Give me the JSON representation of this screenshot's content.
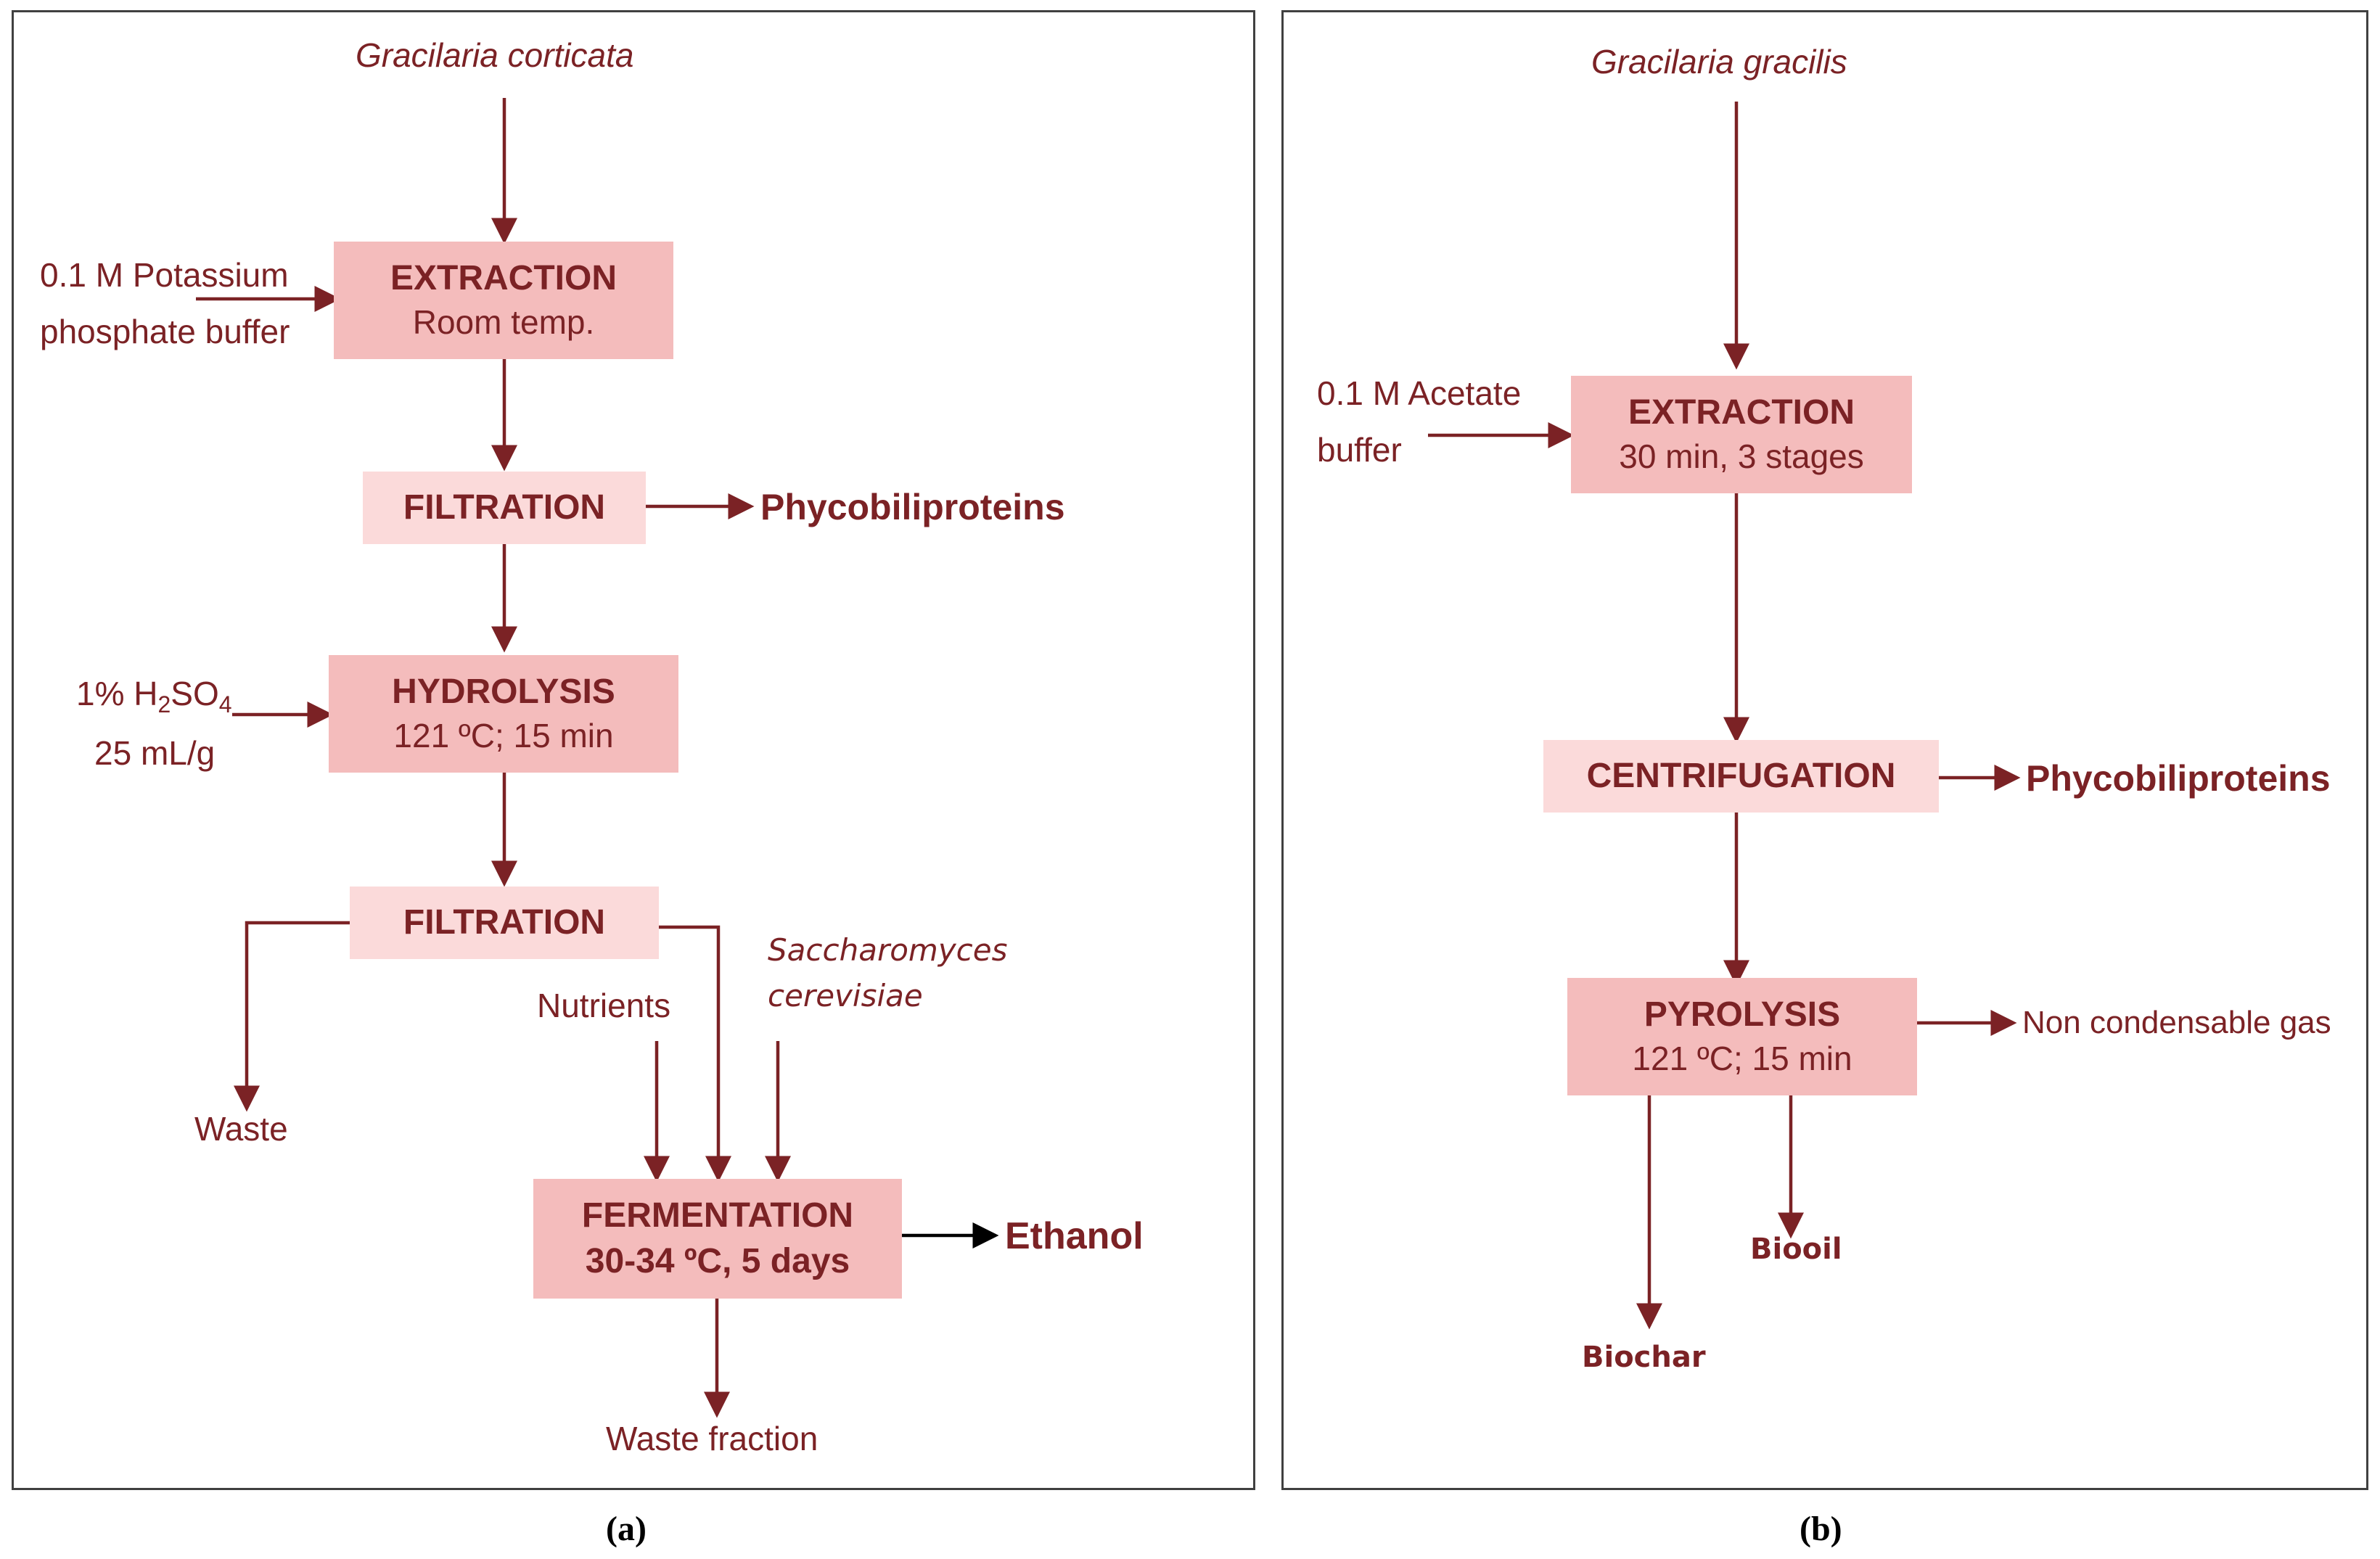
{
  "panel_a": {
    "caption": "(a)",
    "source": "Gracilaria corticata",
    "extraction": {
      "title": "EXTRACTION",
      "sub": "Room temp."
    },
    "extraction_input": {
      "line1": "0.1 M Potassium",
      "line2": "phosphate buffer"
    },
    "filtration1": {
      "title": "FILTRATION"
    },
    "filtration1_output": "Phycobiliproteins",
    "hydrolysis": {
      "title": "HYDROLYSIS",
      "sub": "121 ºC; 15  min"
    },
    "hydrolysis_input": {
      "prefix": "1% H",
      "sub1": "2",
      "mid": "SO",
      "sub2": "4",
      "line2": "25 mL/g"
    },
    "filtration2": {
      "title": "FILTRATION"
    },
    "waste": "Waste",
    "nutrients": "Nutrients",
    "yeast": {
      "line1": "Saccharomyces",
      "line2": "cerevisiae"
    },
    "fermentation": {
      "title": "FERMENTATION",
      "sub": "30-34 ºC, 5 days"
    },
    "fermentation_output": "Ethanol",
    "waste_fraction": "Waste fraction"
  },
  "panel_b": {
    "caption": "(b)",
    "source": "Gracilaria gracilis",
    "extraction": {
      "title": "EXTRACTION",
      "sub": "30 min, 3 stages"
    },
    "extraction_input": {
      "line1": "0.1 M Acetate",
      "line2": "buffer"
    },
    "centrifugation": {
      "title": "CENTRIFUGATION"
    },
    "centrifugation_output": "Phycobiliproteins",
    "pyrolysis": {
      "title": "PYROLYSIS",
      "sub": "121 ºC; 15  min"
    },
    "pyrolysis_output": "Non condensable gas",
    "biooil": "Biooil",
    "biochar": "Biochar"
  },
  "colors": {
    "dark_red": "#7b2225",
    "box_dark": "#f4bcbc",
    "box_light": "#fbdada",
    "black": "#000000"
  }
}
